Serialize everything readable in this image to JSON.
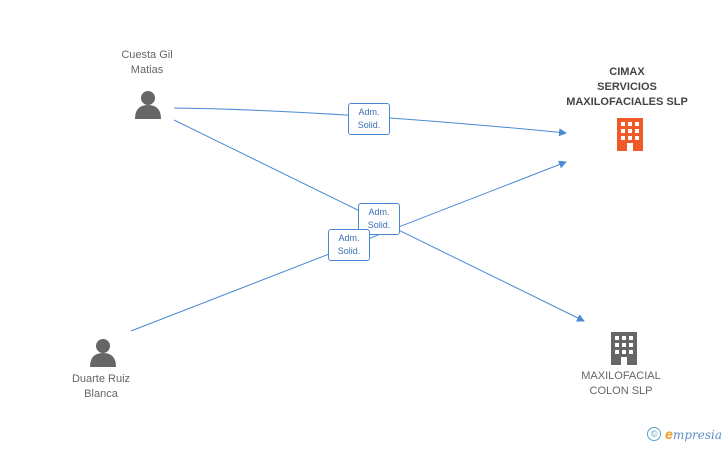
{
  "nodes": {
    "person_1": {
      "line1": "Cuesta Gil",
      "line2": "Matias"
    },
    "person_2": {
      "line1": "Duarte Ruiz",
      "line2": "Blanca"
    },
    "company_1": {
      "line1": "CIMAX",
      "line2": "SERVICIOS",
      "line3": "MAXILOFACIALES SLP",
      "color": "#f05a28"
    },
    "company_2": {
      "line1": "MAXILOFACIAL",
      "line2": "COLON SLP",
      "color": "#666666"
    }
  },
  "edges": [
    {
      "from": "Cuesta Gil Matias",
      "to": "CIMAX SERVICIOS MAXILOFACIALES SLP",
      "role_line1": "Adm.",
      "role_line2": "Solid."
    },
    {
      "from": "Cuesta Gil Matias",
      "to": "MAXILOFACIAL COLON SLP",
      "role_line1": "Adm.",
      "role_line2": "Solid."
    },
    {
      "from": "Duarte Ruiz Blanca",
      "to": "CIMAX SERVICIOS MAXILOFACIALES SLP",
      "role_line1": "Adm.",
      "role_line2": "Solid."
    }
  ],
  "colors": {
    "edge": "#4a8ad4",
    "person_icon": "#666666"
  },
  "footer": {
    "copyright_symbol": "©",
    "brand_first": "e",
    "brand_rest": "mpresia"
  }
}
